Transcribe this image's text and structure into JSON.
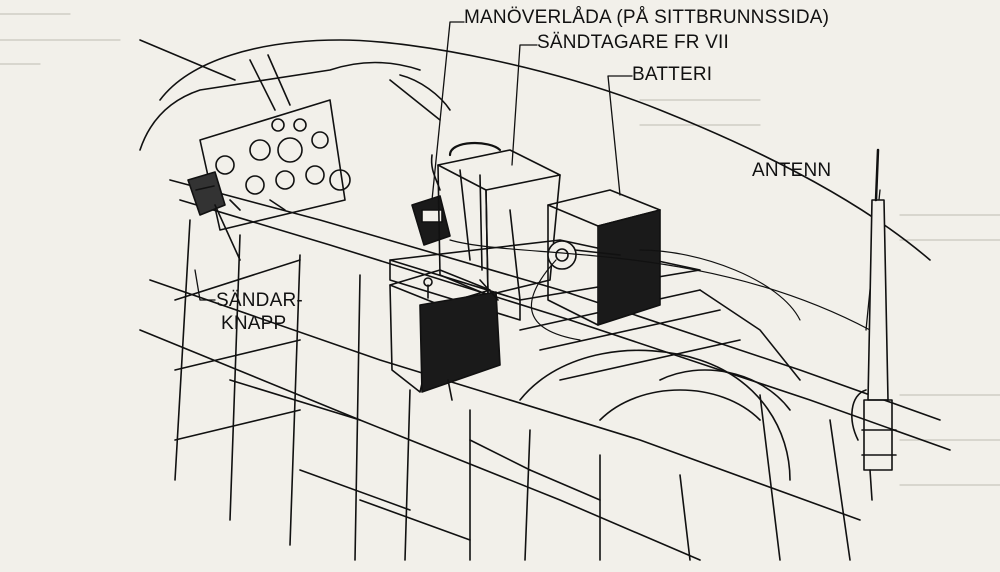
{
  "labels": {
    "manoverlada": "MANÖVERLÅDA (PÅ SITTBRUNNSSIDA)",
    "sandtagare": "SÄNDTAGARE FR VII",
    "batteri": "BATTERI",
    "antenn": "ANTENN",
    "sandarknapp_line1": "SÄNDAR-",
    "sandarknapp_line2": "KNAPP"
  },
  "colors": {
    "ink": "#111111",
    "paper": "#f2f0ea",
    "box_fill": "#1a1a1a"
  }
}
